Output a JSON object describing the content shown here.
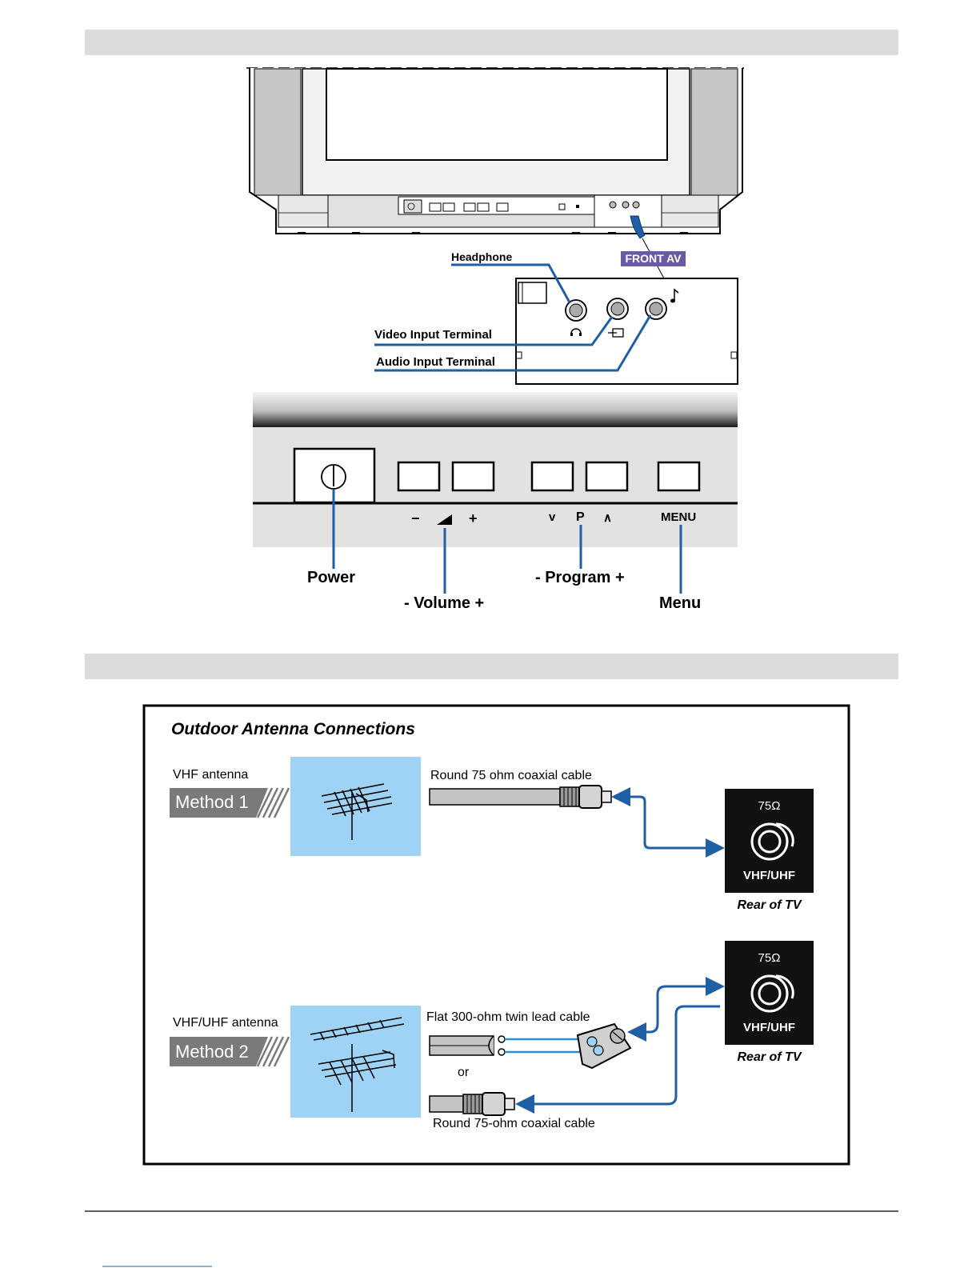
{
  "front_panel": {
    "callouts": {
      "headphone": "Headphone",
      "video_input": "Video Input Terminal",
      "audio_input": "Audio Input Terminal",
      "front_av": "FRONT AV"
    },
    "button_marks": {
      "vol_minus": "−",
      "vol_plus": "+",
      "prog_down": "v",
      "prog_p": "P",
      "prog_up": "∧",
      "menu": "MENU"
    },
    "labels": {
      "power": "Power",
      "volume": "- Volume +",
      "program": "- Program +",
      "menu": "Menu"
    }
  },
  "antenna": {
    "title": "Outdoor Antenna Connections",
    "method1": {
      "antenna": "VHF antenna",
      "badge": "Method 1",
      "cable": "Round 75 ohm coaxial cable"
    },
    "method2": {
      "antenna": "VHF/UHF antenna",
      "badge": "Method 2",
      "cable_twin": "Flat 300-ohm twin lead cable",
      "or": "or",
      "cable_coax": "Round 75-ohm coaxial cable"
    },
    "terminal": {
      "ohm": "75Ω",
      "band": "VHF/UHF",
      "rear": "Rear of TV"
    }
  },
  "colors": {
    "accent_blue": "#1f5fa6",
    "sky_blue": "#9fd3f5",
    "front_av_badge": "#6a5aa6",
    "section_bar": "#dcdcdc"
  }
}
